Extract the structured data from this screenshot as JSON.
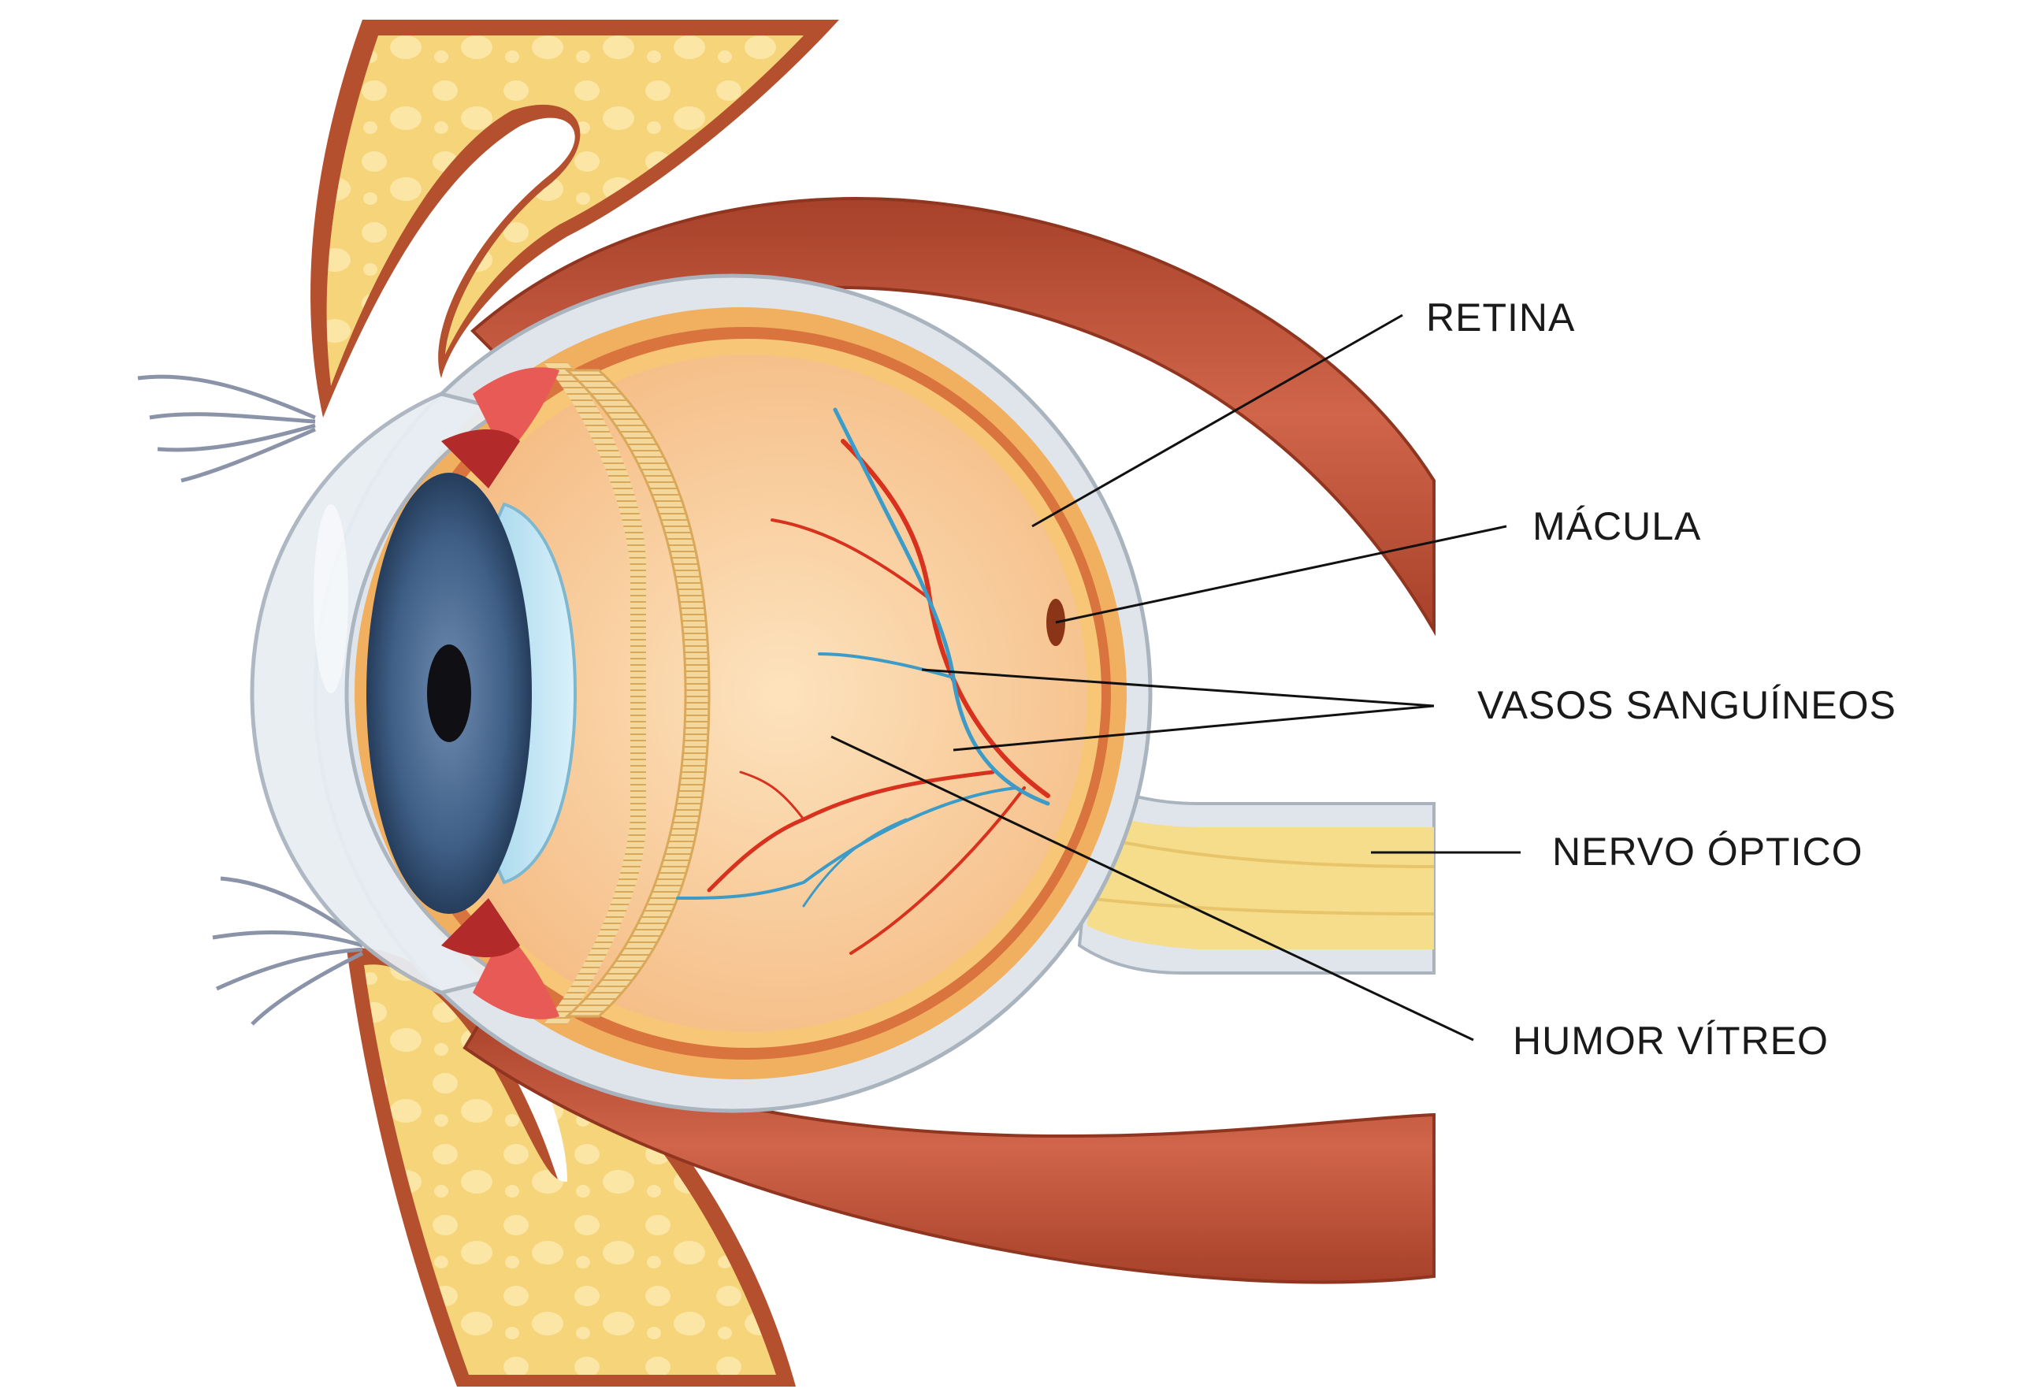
{
  "labels": {
    "retina": "RETINA",
    "macula": "MÁCULA",
    "vasos": "VASOS SANGUÍNEOS",
    "nervo": "NERVO ÓPTICO",
    "humor": "HUMOR VÍTREO"
  },
  "colors": {
    "eyelid_fat": "#f6d47a",
    "eyelid_skin": "#b5502f",
    "muscle": "#c0553a",
    "sclera": "#dfe5ea",
    "choroid": "#e9a37e",
    "vitreous": "#f9d4a2",
    "iris": "#3f5f86",
    "lens": "#bfe4f2",
    "artery": "#d8321e",
    "vein": "#3d9bc8",
    "nerve": "#f5dd8c"
  }
}
